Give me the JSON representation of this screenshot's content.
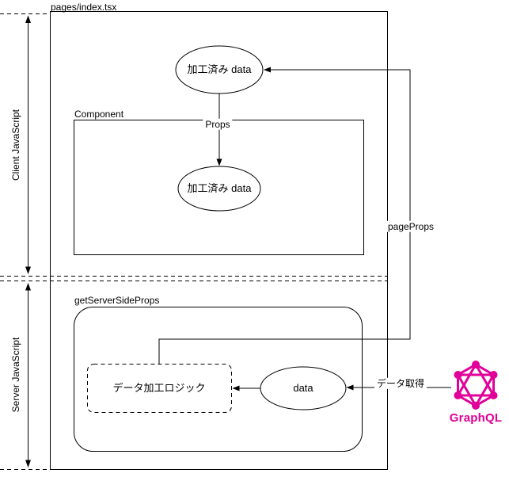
{
  "title": "pages/index.tsx",
  "sections": {
    "client_label": "Client JavaScript",
    "server_label": "Server JavaScript"
  },
  "nodes": {
    "client_processed_data": "加工済み data",
    "component_title": "Component",
    "component_processed_data": "加工済み data",
    "gssp_title": "getServerSideProps",
    "data_logic": "データ加工ロジック",
    "data_node": "data"
  },
  "edges": {
    "props": "Props",
    "page_props": "pageProps",
    "data_fetch": "データ取得"
  },
  "graphql": {
    "label": "GraphQL",
    "color": "#E10098"
  }
}
